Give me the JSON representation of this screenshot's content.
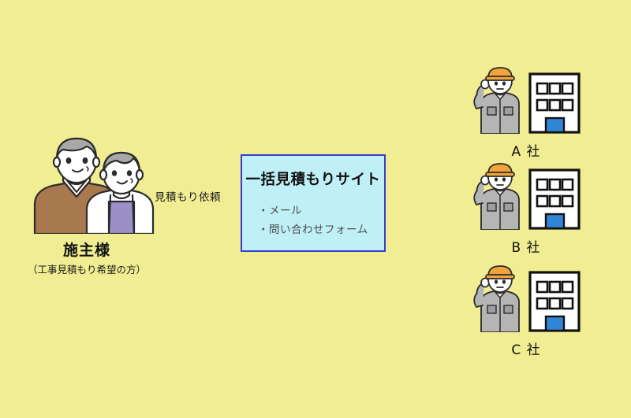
{
  "background_color": "#f0ed92",
  "owner": {
    "icon": "elderly-couple-icon",
    "title": "施主様",
    "subtitle": "（工事見積もり希望の方）",
    "man": {
      "hair_color": "#a8a8a8",
      "sweater_color": "#a8784f",
      "shirt_color": "#ffffff"
    },
    "woman": {
      "hair_color": "#a8a8a8",
      "cardigan_color": "#ffffff",
      "top_color": "#9c8fc8"
    }
  },
  "flow": {
    "request_label": "見積もり依頼"
  },
  "site_box": {
    "title": "一括見積もりサイト",
    "border_color": "#3a3ad6",
    "fill_color": "#bff0f5",
    "items": [
      "・メール",
      "・問い合わせフォーム"
    ]
  },
  "companies": [
    {
      "label": "A 社",
      "icon": "construction-worker-icon",
      "building_icon": "office-building-icon"
    },
    {
      "label": "B 社",
      "icon": "construction-worker-icon",
      "building_icon": "office-building-icon"
    },
    {
      "label": "C 社",
      "icon": "construction-worker-icon",
      "building_icon": "office-building-icon"
    }
  ],
  "palette": {
    "helmet_color": "#f0a43c",
    "uniform_color": "#b5b5b5",
    "building_fill": "#ffffff",
    "building_outline": "#111111",
    "door_color": "#2f86d4",
    "skin_color": "#ffffff"
  }
}
